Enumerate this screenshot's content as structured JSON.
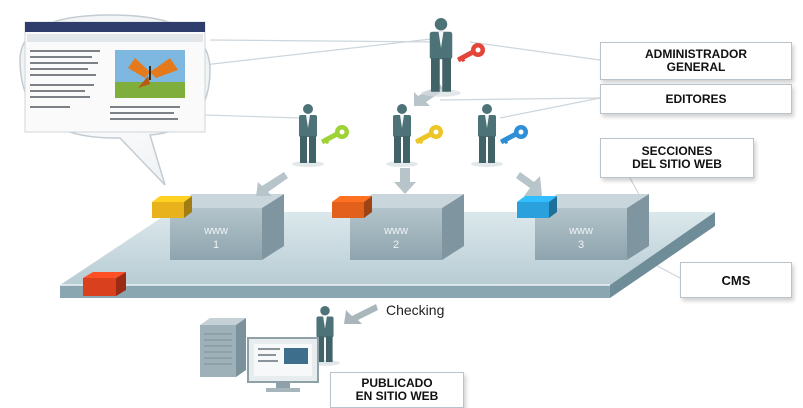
{
  "labels": {
    "administrador": "ADMINISTRADOR\nGENERAL",
    "editores": "EDITORES",
    "secciones": "SECCIONES\nDEL SITIO WEB",
    "cms": "CMS",
    "publicado": "PUBLICADO\nEN SITIO WEB",
    "checking": "Checking"
  },
  "sections": [
    {
      "www": "www",
      "number": "1",
      "tab_color": "#e8b21c"
    },
    {
      "www": "www",
      "number": "2",
      "tab_color": "#e2601c"
    },
    {
      "www": "www",
      "number": "3",
      "tab_color": "#2aa0dc"
    }
  ],
  "editor_keys": [
    {
      "color": "#9ed235",
      "icon": "key-icon"
    },
    {
      "color": "#ecc526",
      "icon": "key-icon"
    },
    {
      "color": "#2e8fd6",
      "icon": "key-icon"
    }
  ],
  "admin_key_color": "#e4453a",
  "cms_tab_color": "#d8401e",
  "colors": {
    "platform_top": "#cfe0e6",
    "platform_front": "#7e9aa6",
    "box_front": "#9fb3bd",
    "box_top": "#c9d7dd",
    "box_side": "#7f96a1",
    "figure": "#4d7378"
  }
}
